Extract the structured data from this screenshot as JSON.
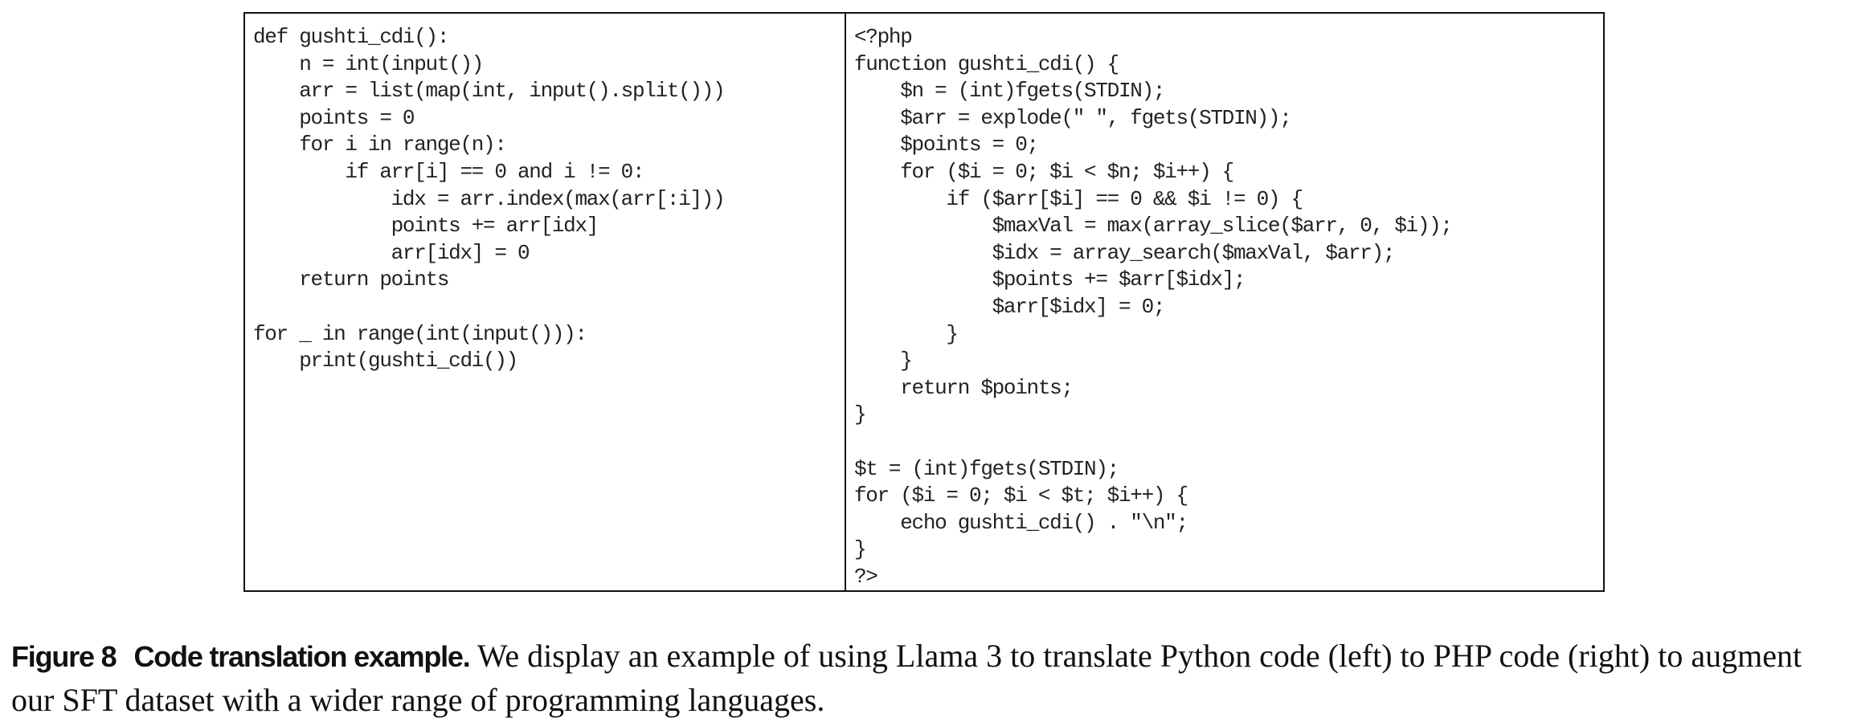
{
  "figure": {
    "python_code": [
      "def gushti_cdi():",
      "    n = int(input())",
      "    arr = list(map(int, input().split()))",
      "    points = 0",
      "    for i in range(n):",
      "        if arr[i] == 0 and i != 0:",
      "            idx = arr.index(max(arr[:i]))",
      "            points += arr[idx]",
      "            arr[idx] = 0",
      "    return points",
      "",
      "for _ in range(int(input())):",
      "    print(gushti_cdi())"
    ],
    "php_code": [
      "<?php",
      "function gushti_cdi() {",
      "    $n = (int)fgets(STDIN);",
      "    $arr = explode(\" \", fgets(STDIN));",
      "    $points = 0;",
      "    for ($i = 0; $i < $n; $i++) {",
      "        if ($arr[$i] == 0 && $i != 0) {",
      "            $maxVal = max(array_slice($arr, 0, $i));",
      "            $idx = array_search($maxVal, $arr);",
      "            $points += $arr[$idx];",
      "            $arr[$idx] = 0;",
      "        }",
      "    }",
      "    return $points;",
      "}",
      "",
      "$t = (int)fgets(STDIN);",
      "for ($i = 0; $i < $t; $i++) {",
      "    echo gushti_cdi() . \"\\n\";",
      "}",
      "?>"
    ]
  },
  "caption": {
    "label": "Figure 8",
    "title": "Code translation example.",
    "text": " We display an example of using Llama 3 to translate Python code (left) to PHP code (right) to augment our SFT dataset with a wider range of programming languages."
  }
}
